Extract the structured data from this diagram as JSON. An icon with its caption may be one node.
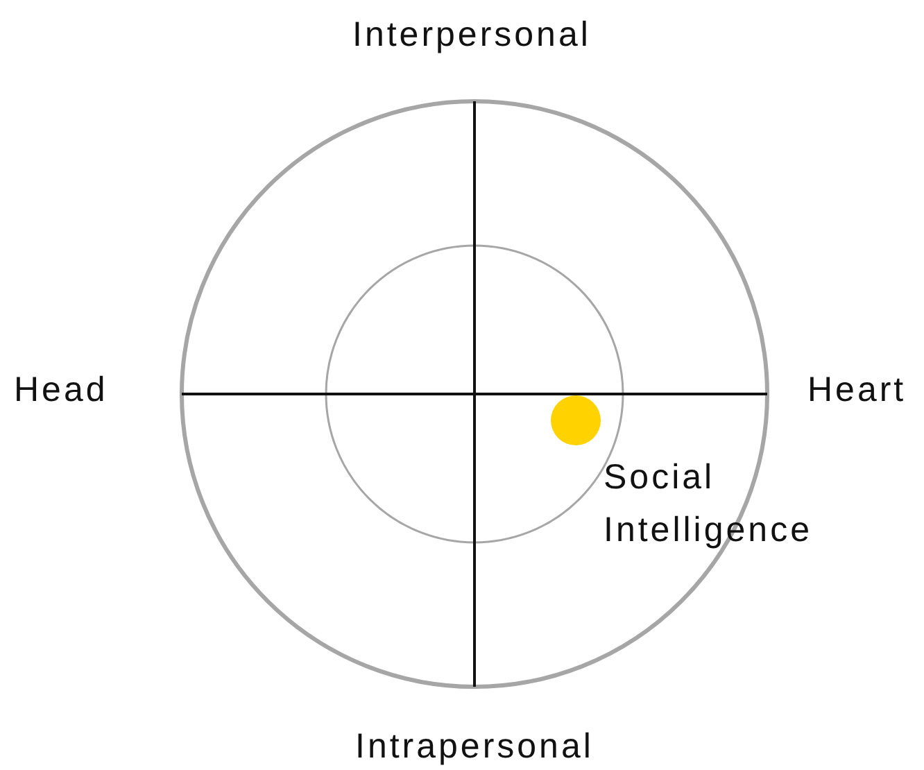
{
  "diagram": {
    "labels": [
      "Interpersonal",
      "Head",
      "Heart",
      "Intrapersonal",
      "Social Intelligence"
    ]
  }
}
